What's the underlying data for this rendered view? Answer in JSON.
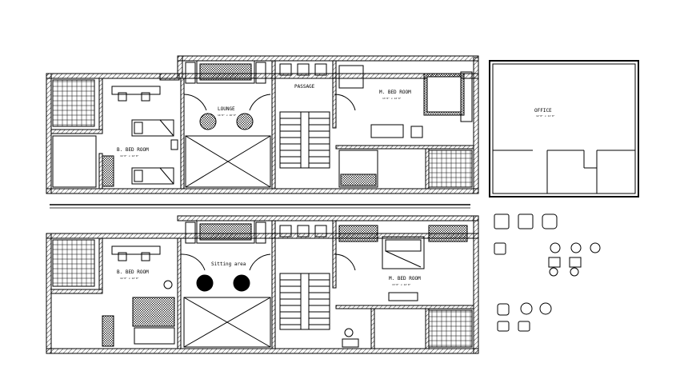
{
  "title": "",
  "colors": {
    "line": "#000000",
    "background": "#ffffff",
    "hatch": "#000000"
  },
  "upper_plan": {
    "rooms": [
      {
        "name": "B. BED ROOM",
        "size": "14'0\" x 12'0\""
      },
      {
        "name": "LOUNGE",
        "size": "14'0\" x 16'0\""
      },
      {
        "name": "PASSAGE",
        "size": ""
      },
      {
        "name": "M. BED ROOM",
        "size": "13'0\" x 12'0\""
      }
    ]
  },
  "annex_plan": {
    "rooms": [
      {
        "name": "OFFICE",
        "size": "12'0\" x 11'0\""
      }
    ]
  },
  "lower_plan": {
    "rooms": [
      {
        "name": "B. BED ROOM",
        "size": "14'0\" x 12'0\""
      },
      {
        "name": "Sitting area",
        "size": ""
      },
      {
        "name": "M. BED ROOM",
        "size": "13'0\" x 12'0\""
      }
    ]
  },
  "icons": [
    "bed-icon",
    "sofa-icon",
    "dining-table-icon",
    "chair-icon",
    "stair-icon",
    "door-swing-icon",
    "toilet-icon",
    "wardrobe-icon"
  ]
}
